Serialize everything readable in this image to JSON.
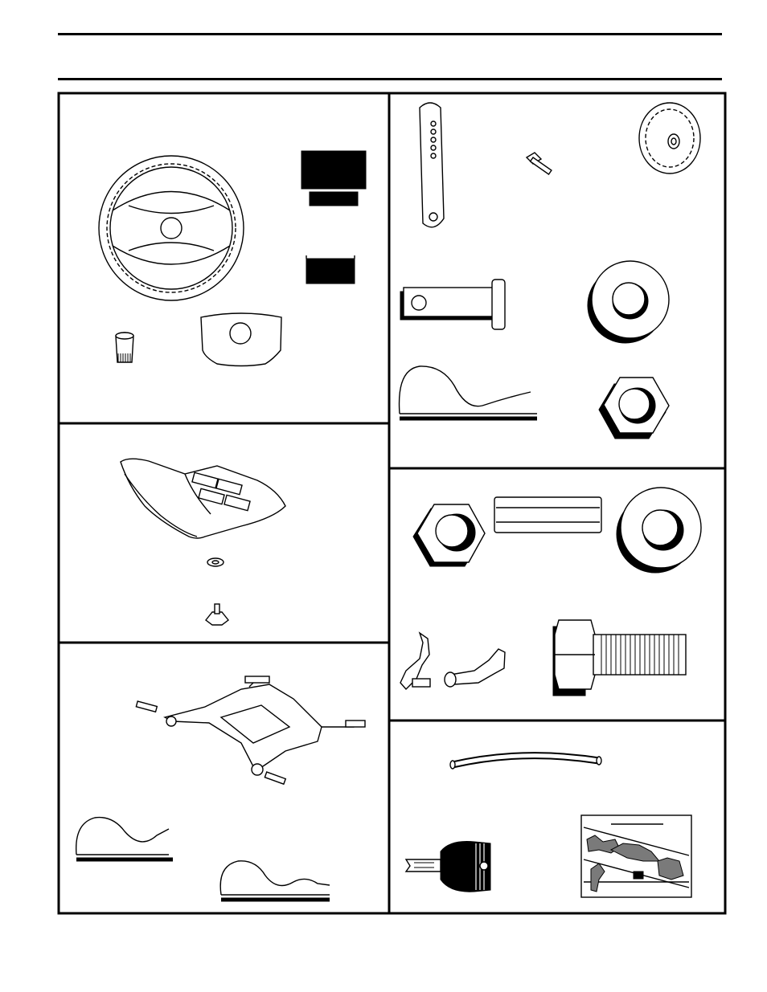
{
  "header": {
    "title": ""
  },
  "colors": {
    "ink": "#000000",
    "paper": "#ffffff",
    "decal_gray": "#7a7a7a"
  },
  "panels": [
    {
      "id": "steering-parts",
      "items": [
        "steering-wheel-icon",
        "steering-insert-icon",
        "steering-insert-small-icon",
        "steering-adapter-icon",
        "steering-cap-icon",
        "steering-bellows-icon"
      ]
    },
    {
      "id": "seat-parts",
      "items": [
        "seat-icon",
        "seat-washer-icon",
        "seat-knob-icon"
      ]
    },
    {
      "id": "seat-pan-parts",
      "items": [
        "seat-pan-assembly-icon",
        "hairpin-clip-large-icon",
        "hairpin-clip-small-icon"
      ]
    },
    {
      "id": "hardware-parts-a",
      "items": [
        "lift-link-icon",
        "shoulder-bolt-icon",
        "gauge-wheel-icon",
        "clevis-pin-icon",
        "flat-washer-icon",
        "hairpin-clip-icon",
        "lock-nut-icon"
      ]
    },
    {
      "id": "hardware-parts-b",
      "items": [
        "hex-nut-icon",
        "spacer-icon",
        "large-washer-icon",
        "brackets-icon",
        "hex-bolt-icon"
      ]
    },
    {
      "id": "misc-parts",
      "items": [
        "hose-icon",
        "ignition-key-icon",
        "decal-icon"
      ]
    }
  ]
}
